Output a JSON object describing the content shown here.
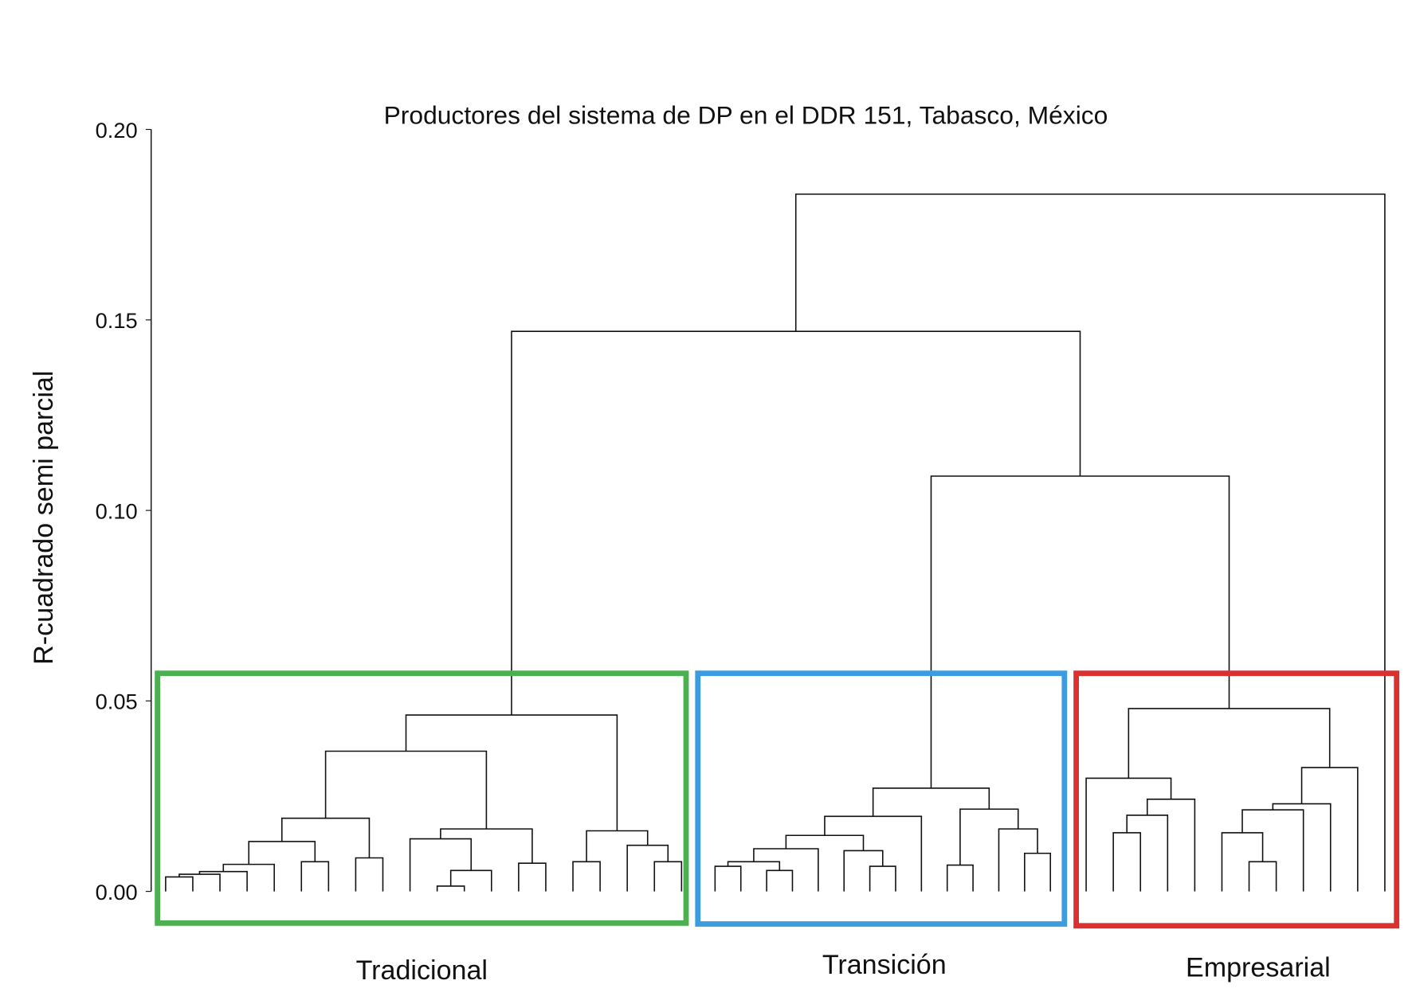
{
  "chart_data": {
    "type": "dendrogram",
    "title": "Productores del sistema de DP en el DDR 151, Tabasco, México",
    "ylabel": "R-cuadrado semi parcial",
    "xlabel": "",
    "ylim": [
      0,
      0.2
    ],
    "yticks": [
      "0.00",
      "0.05",
      "0.10",
      "0.15",
      "0.20"
    ],
    "ytick_values": [
      0,
      0.05,
      0.1,
      0.15,
      0.2
    ],
    "grid": false,
    "leaf_count": 46,
    "tree": [
      0.183,
      [
        0.147,
        [
          0.0463,
          [
            0.0368,
            [
              0.0192,
              [
                0.0131,
                [
                  0.0071,
                  [
                    0.0052,
                    [
                      0.0045,
                      [
                        0.0038,
                        0,
                        0
                      ],
                      0
                    ],
                    0
                  ],
                  0
                ],
                [
                  0.0078,
                  0,
                  0
                ]
              ],
              [
                0.0088,
                0,
                0
              ]
            ],
            [
              0.0164,
              [
                0.0138,
                0,
                [
                  0.0055,
                  [
                    0.0014,
                    0,
                    0
                  ],
                  0
                ]
              ],
              [
                0.0074,
                0,
                0
              ]
            ]
          ],
          [
            0.0159,
            [
              0.0078,
              0,
              0
            ],
            [
              0.0121,
              0,
              [
                0.0078,
                0,
                0
              ]
            ]
          ]
        ],
        [
          0.109,
          [
            0.0271,
            [
              0.0197,
              [
                0.0147,
                [
                  0.0112,
                  [
                    0.0078,
                    [
                      0.0066,
                      0,
                      0
                    ],
                    [
                      0.0055,
                      0,
                      0
                    ]
                  ],
                  0
                ],
                [
                  0.0107,
                  0,
                  [
                    0.0066,
                    0,
                    0
                  ]
                ]
              ],
              0
            ],
            [
              0.0216,
              [
                0.0069,
                0,
                0
              ],
              [
                0.0164,
                0,
                [
                  0.01,
                  0,
                  0
                ]
              ]
            ]
          ],
          [
            0.048,
            [
              0.0297,
              0,
              [
                0.0242,
                [
                  0.02,
                  [
                    0.0154,
                    0,
                    0
                  ],
                  0
                ],
                0
              ]
            ],
            [
              0.0325,
              [
                0.023,
                [
                  0.0214,
                  [
                    0.0154,
                    0,
                    [
                      0.0078,
                      0,
                      0
                    ]
                  ],
                  0
                ],
                0
              ],
              0
            ]
          ]
        ]
      ],
      0
    ],
    "groups": [
      {
        "label": "Tradicional",
        "color": "#4caf50"
      },
      {
        "label": "Transición",
        "color": "#3d9be0"
      },
      {
        "label": "Empresarial",
        "color": "#d93030"
      }
    ]
  }
}
